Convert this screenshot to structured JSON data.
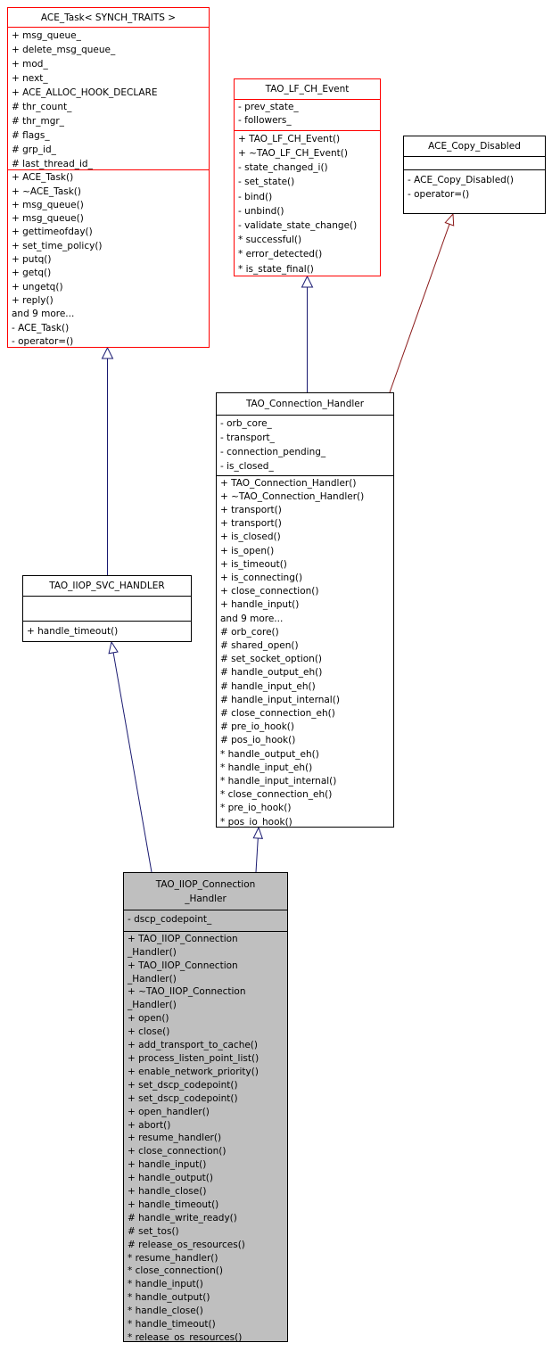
{
  "diagram": {
    "background": "#ffffff",
    "edge_colors": {
      "inheritance": "#191970",
      "inheritance_private": "#8b1a1a"
    },
    "classes": {
      "ace_task": {
        "title": "ACE_Task< SYNCH_TRAITS >",
        "border_color": "#ff0000",
        "fill": "#ffffff",
        "attributes": [
          "+ msg_queue_",
          "+ delete_msg_queue_",
          "+ mod_",
          "+ next_",
          "+ ACE_ALLOC_HOOK_DECLARE",
          "# thr_count_",
          "# thr_mgr_",
          "# flags_",
          "# grp_id_",
          "# last_thread_id_"
        ],
        "methods": [
          "+ ACE_Task()",
          "+ ~ACE_Task()",
          "+ msg_queue()",
          "+ msg_queue()",
          "+ gettimeofday()",
          "+ set_time_policy()",
          "+ putq()",
          "+ getq()",
          "+ ungetq()",
          "+ reply()",
          "and 9 more...",
          "- ACE_Task()",
          "- operator=()"
        ]
      },
      "tao_lf_ch_event": {
        "title": "TAO_LF_CH_Event",
        "border_color": "#ff0000",
        "fill": "#ffffff",
        "attributes": [
          "- prev_state_",
          "- followers_"
        ],
        "methods": [
          "+ TAO_LF_CH_Event()",
          "+ ~TAO_LF_CH_Event()",
          "- state_changed_i()",
          "- set_state()",
          "- bind()",
          "- unbind()",
          "- validate_state_change()",
          "* successful()",
          "* error_detected()",
          "* is_state_final()"
        ]
      },
      "ace_copy_disabled": {
        "title": "ACE_Copy_Disabled",
        "border_color": "#000000",
        "fill": "#ffffff",
        "attributes": [],
        "methods": [
          "- ACE_Copy_Disabled()",
          "- operator=()"
        ]
      },
      "tao_connection_handler": {
        "title": "TAO_Connection_Handler",
        "border_color": "#000000",
        "fill": "#ffffff",
        "attributes": [
          "- orb_core_",
          "- transport_",
          "- connection_pending_",
          "- is_closed_"
        ],
        "methods": [
          "+ TAO_Connection_Handler()",
          "+ ~TAO_Connection_Handler()",
          "+ transport()",
          "+ transport()",
          "+ is_closed()",
          "+ is_open()",
          "+ is_timeout()",
          "+ is_connecting()",
          "+ close_connection()",
          "+ handle_input()",
          "and 9 more...",
          "# orb_core()",
          "# shared_open()",
          "# set_socket_option()",
          "# handle_output_eh()",
          "# handle_input_eh()",
          "# handle_input_internal()",
          "# close_connection_eh()",
          "# pre_io_hook()",
          "# pos_io_hook()",
          "* handle_output_eh()",
          "* handle_input_eh()",
          "* handle_input_internal()",
          "* close_connection_eh()",
          "* pre_io_hook()",
          "* pos_io_hook()"
        ]
      },
      "tao_iiop_svc_handler": {
        "title": "TAO_IIOP_SVC_HANDLER",
        "border_color": "#000000",
        "fill": "#ffffff",
        "attributes": [],
        "methods": [
          "+ handle_timeout()"
        ]
      },
      "tao_iiop_connection_handler": {
        "title": "TAO_IIOP_Connection\n_Handler",
        "border_color": "#000000",
        "fill": "#bfbfbf",
        "attributes": [
          "- dscp_codepoint_"
        ],
        "methods": [
          "+ TAO_IIOP_Connection",
          "_Handler()",
          "+ TAO_IIOP_Connection",
          "_Handler()",
          "+ ~TAO_IIOP_Connection",
          "_Handler()",
          "+ open()",
          "+ close()",
          "+ add_transport_to_cache()",
          "+ process_listen_point_list()",
          "+ enable_network_priority()",
          "+ set_dscp_codepoint()",
          "+ set_dscp_codepoint()",
          "+ open_handler()",
          "+ abort()",
          "+ resume_handler()",
          "+ close_connection()",
          "+ handle_input()",
          "+ handle_output()",
          "+ handle_close()",
          "+ handle_timeout()",
          "# handle_write_ready()",
          "# set_tos()",
          "# release_os_resources()",
          "* resume_handler()",
          "* close_connection()",
          "* handle_input()",
          "* handle_output()",
          "* handle_close()",
          "* handle_timeout()",
          "* release_os_resources()"
        ]
      }
    },
    "edges": [
      {
        "from": "TAO_IIOP_SVC_HANDLER",
        "to": "ACE_Task< SYNCH_TRAITS >",
        "type": "inheritance",
        "color": "#191970"
      },
      {
        "from": "TAO_Connection_Handler",
        "to": "TAO_LF_CH_Event",
        "type": "inheritance",
        "color": "#191970"
      },
      {
        "from": "TAO_Connection_Handler",
        "to": "ACE_Copy_Disabled",
        "type": "inheritance",
        "color": "#8b1a1a"
      },
      {
        "from": "TAO_IIOP_Connection_Handler",
        "to": "TAO_IIOP_SVC_HANDLER",
        "type": "inheritance",
        "color": "#191970"
      },
      {
        "from": "TAO_IIOP_Connection_Handler",
        "to": "TAO_Connection_Handler",
        "type": "inheritance",
        "color": "#191970"
      }
    ]
  }
}
